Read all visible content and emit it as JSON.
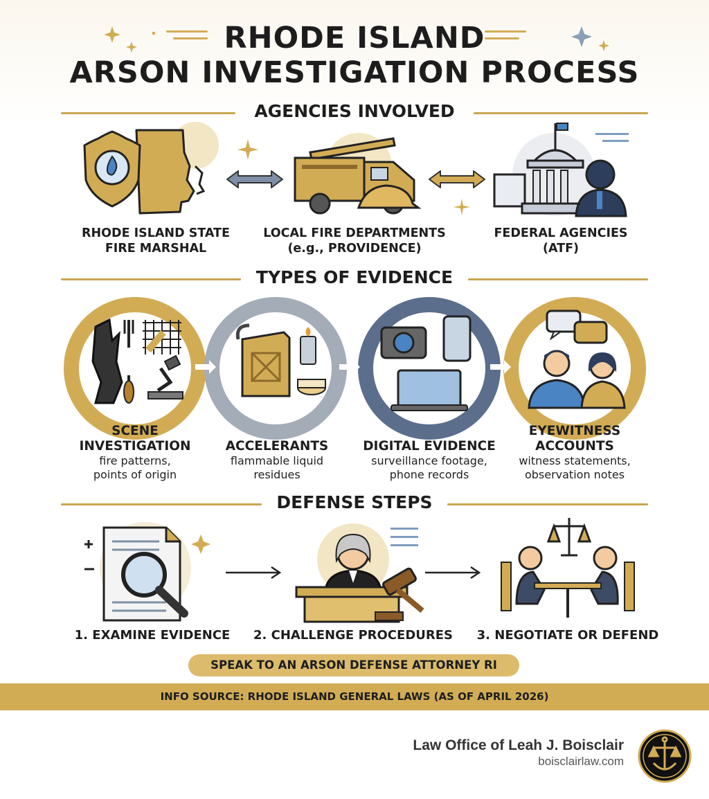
{
  "title": {
    "line1": "RHODE ISLAND",
    "line2": "ARSON INVESTIGATION PROCESS"
  },
  "sections": {
    "agencies": "AGENCIES INVOLVED",
    "evidence": "TYPES OF EVIDENCE",
    "defense": "DEFENSE STEPS"
  },
  "agencies": [
    {
      "line1": "RHODE ISLAND STATE",
      "line2": "FIRE MARSHAL",
      "icon": "fire-marshal-badge-icon"
    },
    {
      "line1": "LOCAL FIRE DEPARTMENTS",
      "line2": "(e.g., PROVIDENCE)",
      "icon": "fire-truck-icon"
    },
    {
      "line1": "FEDERAL AGENCIES",
      "line2": "(ATF)",
      "icon": "federal-building-icon"
    }
  ],
  "evidence": [
    {
      "title1": "SCENE",
      "title2": "INVESTIGATION",
      "desc1": "fire patterns,",
      "desc2": "points of origin",
      "icon": "scene-investigation-icon"
    },
    {
      "title1": "",
      "title2": "ACCELERANTS",
      "desc1": "flammable liquid",
      "desc2": "residues",
      "icon": "gas-can-icon"
    },
    {
      "title1": "",
      "title2": "DIGITAL EVIDENCE",
      "desc1": "surveillance footage,",
      "desc2": "phone records",
      "icon": "devices-icon"
    },
    {
      "title1": "EYEWITNESS",
      "title2": "ACCOUNTS",
      "desc1": "witness statements,",
      "desc2": "observation notes",
      "icon": "witnesses-icon"
    }
  ],
  "defense_steps": [
    {
      "label": "1. EXAMINE EVIDENCE",
      "icon": "magnifier-document-icon"
    },
    {
      "label": "2. CHALLENGE PROCEDURES",
      "icon": "judge-gavel-icon"
    },
    {
      "label": "3. NEGOTIATE OR DEFEND",
      "icon": "negotiation-table-icon"
    }
  ],
  "cta": "SPEAK TO AN ARSON DEFENSE ATTORNEY RI",
  "source": "INFO SOURCE: RHODE ISLAND GENERAL LAWS (AS OF APRIL 2026)",
  "footer": {
    "firm": "Law Office of Leah J. Boisclair",
    "website": "boisclairlaw.com",
    "logo_icon": "anchor-scales-logo-icon"
  },
  "colors": {
    "gold": "#d2ac55",
    "gold_light": "#e8cf8e",
    "navy": "#2c3e5c",
    "slate": "#7f8fa6",
    "text": "#1d1d1d"
  }
}
